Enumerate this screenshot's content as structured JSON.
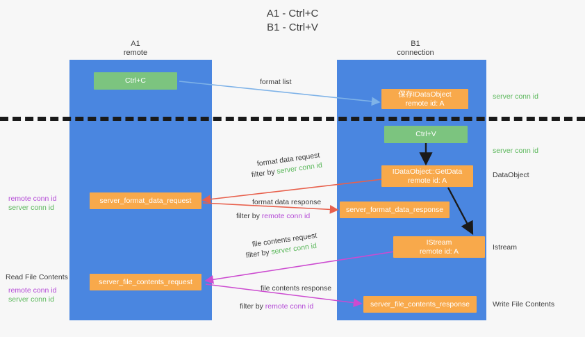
{
  "title": {
    "line1": "A1 - Ctrl+C",
    "line2": "B1 - Ctrl+V"
  },
  "columns": [
    {
      "name": "A1",
      "sub": "remote"
    },
    {
      "name": "B1",
      "sub": "connection"
    }
  ],
  "nodes": {
    "ctrl_c": "Ctrl+C",
    "ctrl_v": "Ctrl+V",
    "save_idataobject_title": "保存IDataObject",
    "save_idataobject_sub": "remote id: A",
    "getdata_title": "IDataObject::GetData",
    "getdata_sub": "remote id: A",
    "istream_title": "IStream",
    "istream_sub": "remote id: A",
    "format_data_request": "server_format_data_request",
    "format_data_response": "server_format_data_response",
    "file_contents_request": "server_file_contents_request",
    "file_contents_response": "server_file_contents_response"
  },
  "edges": {
    "format_list": "format list",
    "format_data_request": "format data request",
    "format_data_response": "format data response",
    "file_contents_request": "file contents request",
    "file_contents_response": "file contents response",
    "filter_by": "filter by",
    "server_conn_id": "server conn id",
    "remote_conn_id": "remote conn id"
  },
  "side_labels": {
    "right_server_conn_id_1": "server conn id",
    "right_server_conn_id_2": "server conn id",
    "right_dataobject": "DataObject",
    "right_istream": "Istream",
    "right_write_file_contents": "Write File Contents",
    "left_remote_conn_id_1": "remote conn id",
    "left_server_conn_id_1": "server conn id",
    "left_read_file_contents": "Read File Contents",
    "left_remote_conn_id_2": "remote conn id",
    "left_server_conn_id_2": "server conn id"
  },
  "colors": {
    "lane": "#4a86e0",
    "green_node": "#7cc47f",
    "orange_node": "#f8a94b",
    "arrow_blue": "#7fb3e8",
    "arrow_red": "#e8604c",
    "arrow_magenta": "#cc4bd0",
    "arrow_black": "#1a1a1a",
    "text_green": "#5cb85c",
    "text_magenta": "#b44bd6",
    "divider": "#1a1a1a"
  }
}
